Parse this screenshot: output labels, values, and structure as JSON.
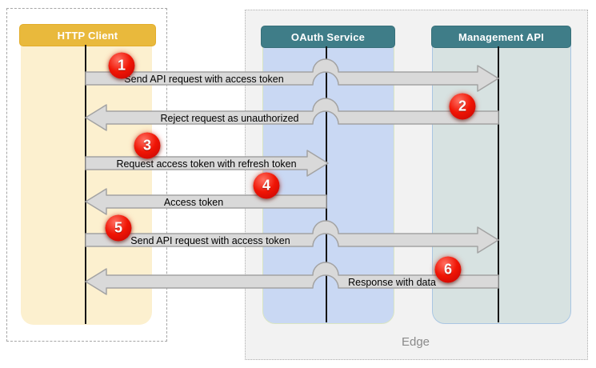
{
  "lanes": [
    {
      "id": "http-client",
      "label": "HTTP Client"
    },
    {
      "id": "oauth-service",
      "label": "OAuth Service"
    },
    {
      "id": "management-api",
      "label": "Management API"
    }
  ],
  "edge": {
    "label": "Edge"
  },
  "messages": [
    {
      "number": "1",
      "label": "Send API request with access token",
      "from": "HTTP Client",
      "to": "Management API",
      "direction": "right"
    },
    {
      "number": "2",
      "label": "Reject request as unauthorized",
      "from": "Management API",
      "to": "HTTP Client",
      "direction": "left"
    },
    {
      "number": "3",
      "label": "Request access token with refresh token",
      "from": "HTTP Client",
      "to": "OAuth Service",
      "direction": "right"
    },
    {
      "number": "4",
      "label": "Access token",
      "from": "OAuth Service",
      "to": "HTTP Client",
      "direction": "left"
    },
    {
      "number": "5",
      "label": "Send API request with access token",
      "from": "HTTP Client",
      "to": "Management API",
      "direction": "right"
    },
    {
      "number": "6",
      "label": "Response with data",
      "from": "Management API",
      "to": "HTTP Client",
      "direction": "left"
    }
  ],
  "colors": {
    "client_header": "#e9b93c",
    "client_band": "#fcf0cf",
    "service_header": "#3f7d88",
    "oauth_band": "#c9d8f3",
    "management_band": "#d7e2e1",
    "edge_background": "#f2f2f2",
    "arrow_fill": "#d9d9d9",
    "arrow_border": "#a3a3a3",
    "badge_red": "#e21505",
    "edge_text": "#8a8a8a"
  }
}
